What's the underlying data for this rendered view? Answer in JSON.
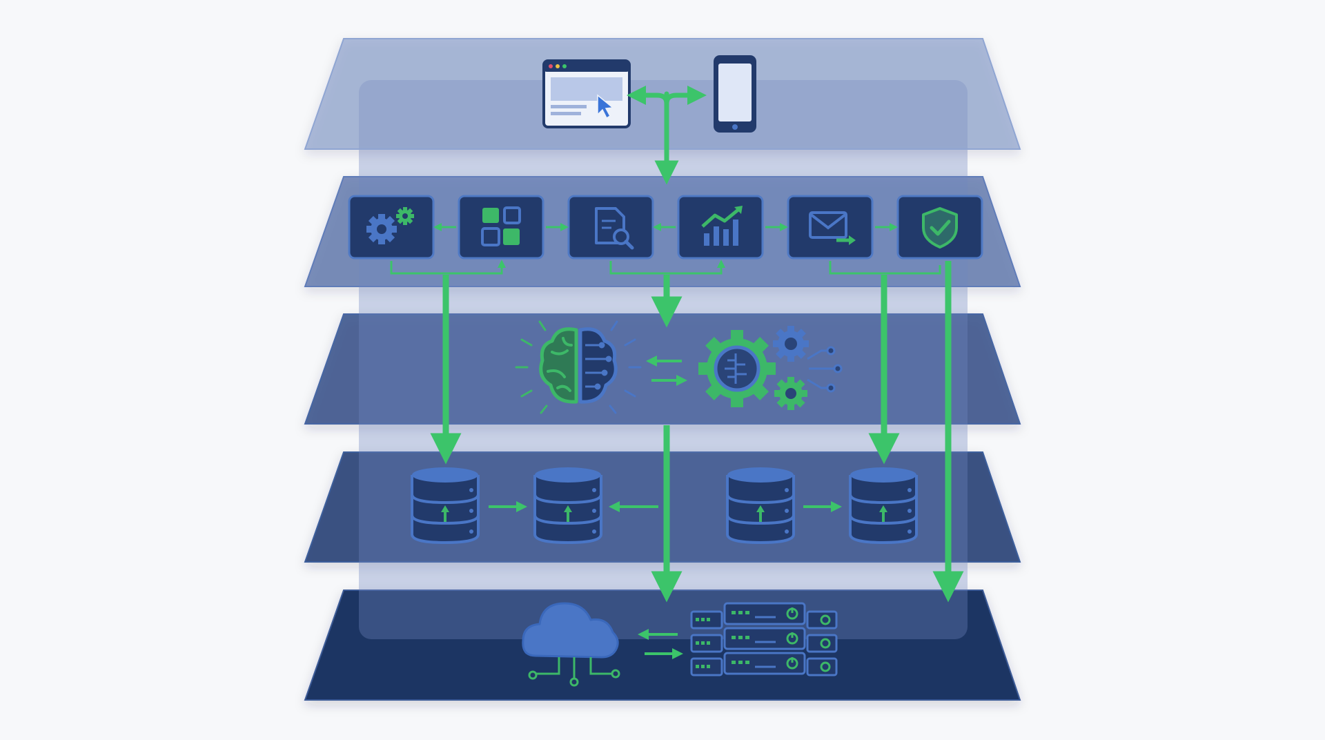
{
  "diagram": {
    "layers": [
      {
        "id": "client",
        "components": [
          "browser-window-icon",
          "mobile-phone-icon"
        ]
      },
      {
        "id": "services",
        "components": [
          "gears-icon",
          "puzzle-blocks-icon",
          "document-search-icon",
          "analytics-chart-icon",
          "mail-send-icon",
          "shield-check-icon"
        ]
      },
      {
        "id": "ai",
        "components": [
          "ai-brain-icon",
          "ai-gear-chip-icon",
          "small-gear-icon"
        ]
      },
      {
        "id": "data",
        "components": [
          "database-icon",
          "database-icon",
          "database-icon",
          "database-icon"
        ]
      },
      {
        "id": "infrastructure",
        "components": [
          "cloud-network-icon",
          "server-rack-icon"
        ]
      }
    ]
  },
  "colors": {
    "background": "#f7f8fa",
    "layer_light": "#7f96c7",
    "layer_dark": "#1f3563",
    "arrow_green": "#3cc46a",
    "icon_green": "#3db868",
    "icon_blue": "#4a76c6",
    "tile_fill": "#223a6b",
    "tile_border": "#4f79c4"
  }
}
